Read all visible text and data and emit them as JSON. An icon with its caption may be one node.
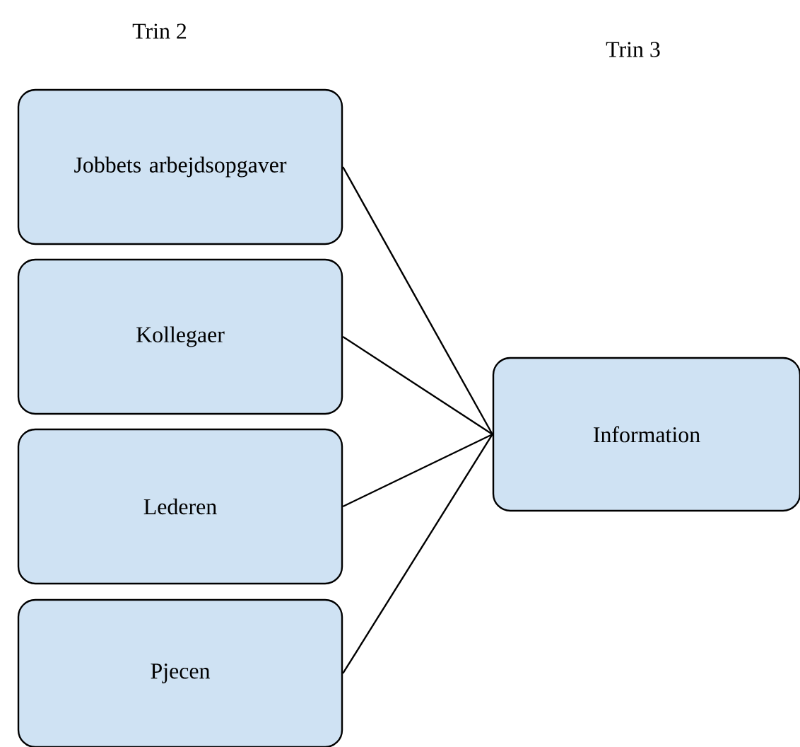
{
  "diagram": {
    "nodes": [
      {
        "text": [
          "Jobbets arbejdsopgaver"
        ]
      },
      {
        "text": [
          "Kollegaer"
        ]
      },
      {
        "text": [
          "Lederen"
        ]
      },
      {
        "text": [
          "Pjecen"
        ]
      },
      {
        "text": [
          "Information"
        ]
      }
    ],
    "edges": [
      {
        "from": 0,
        "to": 4,
        "arrow": "none"
      },
      {
        "from": 1,
        "to": 4,
        "arrow": "none"
      },
      {
        "from": 2,
        "to": 4,
        "arrow": "none"
      },
      {
        "from": 3,
        "to": 4,
        "arrow": "none"
      }
    ],
    "labels": [
      "Trin 2",
      "Trin 3"
    ]
  }
}
